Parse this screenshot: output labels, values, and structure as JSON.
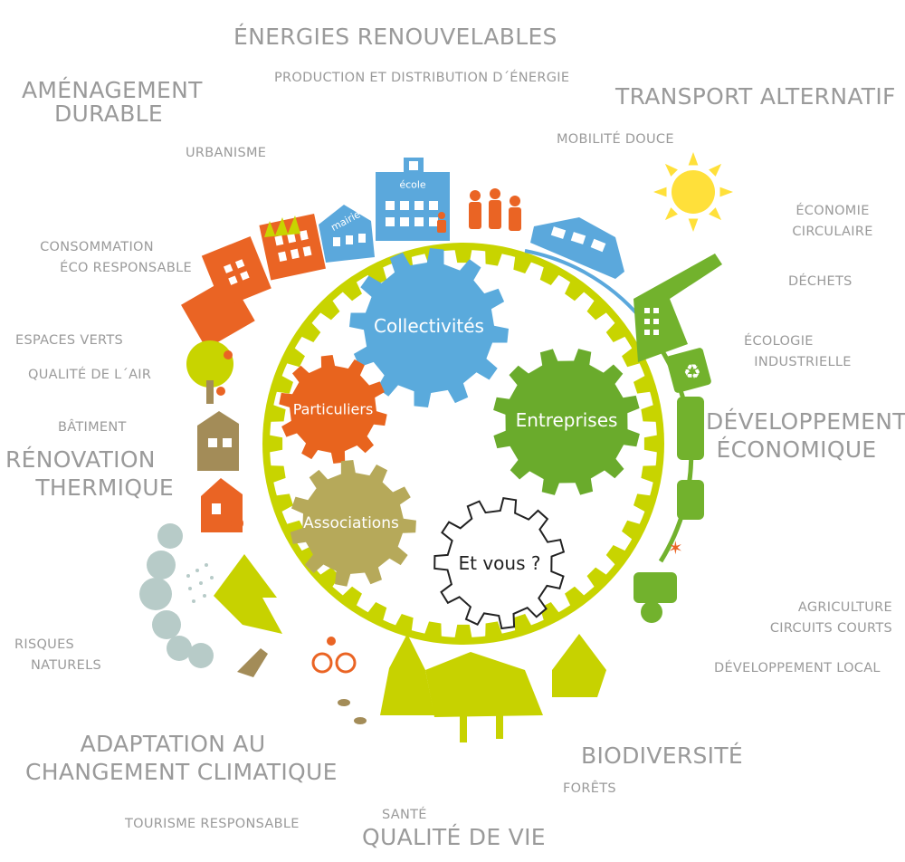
{
  "labels": {
    "energies_renouvelables": "ÉNERGIES RENOUVELABLES",
    "production_distribution": "PRODUCTION ET DISTRIBUTION D´ÉNERGIE",
    "amenagement_line1": "AMÉNAGEMENT",
    "amenagement_line2": "DURABLE",
    "transport_alternatif": "TRANSPORT ALTERNATIF",
    "mobilite_douce": "MOBILITÉ DOUCE",
    "urbanisme": "URBANISME",
    "economie_line1": "ÉCONOMIE",
    "economie_line2": "CIRCULAIRE",
    "consommation_line1": "CONSOMMATION",
    "consommation_line2": "ÉCO RESPONSABLE",
    "dechets": "DÉCHETS",
    "espaces_verts": "ESPACES VERTS",
    "ecologie_line1": "ÉCOLOGIE",
    "ecologie_line2": "INDUSTRIELLE",
    "qualite_air": "QUALITÉ DE L´AIR",
    "batiment": "BÂTIMENT",
    "developpement_line1": "DÉVELOPPEMENT",
    "developpement_line2": "ÉCONOMIQUE",
    "renovation_line1": "RÉNOVATION",
    "renovation_line2": "THERMIQUE",
    "risques_line1": "RISQUES",
    "risques_line2": "NATURELS",
    "agriculture_line1": "AGRICULTURE",
    "agriculture_line2": "CIRCUITS COURTS",
    "developpement_local": "DÉVELOPPEMENT LOCAL",
    "adaptation_line1": "ADAPTATION AU",
    "adaptation_line2": "CHANGEMENT CLIMATIQUE",
    "biodiversite": "BIODIVERSITÉ",
    "forets": "FORÊTS",
    "sante": "SANTÉ",
    "tourisme_responsable": "TOURISME RESPONSABLE",
    "qualite_de_vie": "QUALITÉ DE VIE"
  },
  "gears": {
    "collectivites": "Collectivités",
    "particuliers": "Particuliers",
    "entreprises": "Entreprises",
    "associations": "Associations",
    "et_vous": "Et vous ?"
  },
  "building_signs": {
    "ecole": "école",
    "mairie": "mairie"
  },
  "colors": {
    "ring": "#c8d400",
    "collectivites": "#5aaadc",
    "particuliers": "#e8641e",
    "entreprises": "#6aab2c",
    "associations": "#b6a95a",
    "et_vous": "#222222",
    "buildings_orange": "#ea6424",
    "buildings_blue": "#5ba8dc",
    "industry_green": "#72b22d",
    "sun": "#ffe03a",
    "clouds": "#b7cbc8",
    "trees": "#c7d200",
    "house_brown": "#a38c58",
    "label_gray": "#9a9a9a"
  }
}
